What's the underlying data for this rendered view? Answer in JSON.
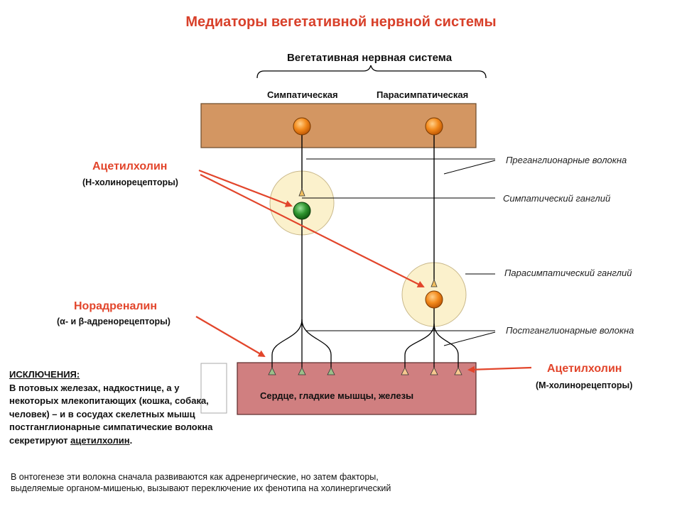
{
  "title": "Медиаторы вегетативной нервной системы",
  "ans_label": "Вегетативная нервная система",
  "columns": {
    "sympathetic": "Симпатическая",
    "parasympathetic": "Парасимпатическая"
  },
  "right_labels": {
    "preganglionic": "Преганглионарные волокна",
    "sympathetic_ganglion": "Симпатический ганглий",
    "parasympathetic_ganglion": "Парасимпатический ганглий",
    "postganglionic": "Постганглионарные волокна"
  },
  "mediators": {
    "ach_top": {
      "name": "Ацетилхолин",
      "receptors": "(Н-холинорецепторы)"
    },
    "noradrenaline": {
      "name": "Норадреналин",
      "receptors": "(α- и β-адренорецепторы)"
    },
    "ach_bottom": {
      "name": "Ацетилхолин",
      "receptors": "(М-холинорецепторы)"
    }
  },
  "organ": "Сердце, гладкие мышцы, железы",
  "exceptions": {
    "heading": "ИСКЛЮЧЕНИЯ:",
    "text_before": "В потовых железах, надкостнице, а у некоторых млекопитающих (кошка, собака, человек) – и в сосудах скелетных мышц постганглионарные симпатические волокна секретируют ",
    "highlight": "ацетилхолин",
    "text_after": "."
  },
  "note": "В онтогенезе эти волокна сначала развиваются как адренергические, но затем факторы, выделяемые органом-мишенью, вызывают переключение их фенотипа на холинергический",
  "colors": {
    "cns_band": "#d39662",
    "organ": "#d07f80",
    "ganglion": "#fbf1cc",
    "neuron_orange": "#f07c10",
    "neuron_green": "#2a8a2a",
    "arrow_red": "#e2452b"
  }
}
